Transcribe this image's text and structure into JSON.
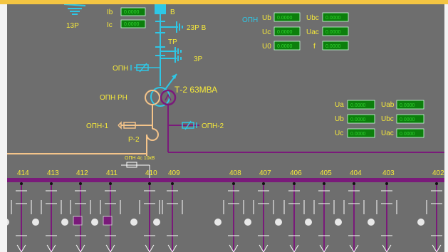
{
  "colors": {
    "background": "#6e6e6e",
    "frame": "#f3f3f3",
    "top_strip": "#f4c542",
    "cyan": "#2ec7e6",
    "orange": "#f4c48a",
    "purple": "#7a1a7a",
    "yellow_text": "#f6e93a",
    "meter_green": "#2fd52f",
    "meter_bg": "#0c7f0c"
  },
  "top_labels": {
    "z13r": "13Р",
    "ib": "Ib",
    "ic": "Ic",
    "b": "В",
    "z23r": "23Р В",
    "tr": "ТР",
    "z3r": "3Р",
    "opn_top": "ОПН",
    "opn": "ОПН",
    "transformer": "Т-2 63МВА",
    "opn_rn": "ОПН РН",
    "opn1": "ОПН-1",
    "opn2": "ОПН-2",
    "r2": "Р-2",
    "opn_4s": "ОПН 4с 10кВ"
  },
  "meters_top": {
    "ib": "0.0000",
    "ic": "0.0000",
    "ub": "0.0000",
    "uc": "0.0000",
    "u0": "0.0000",
    "ubc": "0.0000",
    "uac": "0.0000",
    "f": "0.0000"
  },
  "meter_labels_top": {
    "ub": "Ub",
    "uc": "Uc",
    "u0": "U0",
    "ubc": "Ubc",
    "uac": "Uac",
    "f": "f"
  },
  "meters_right": {
    "ua": "0.0000",
    "ub": "0.0000",
    "uc": "0.0000",
    "uab": "0.0000",
    "ubc": "0.0000",
    "uac": "0.0000"
  },
  "meter_labels_right": {
    "ua": "Ua",
    "ub": "Ub",
    "uc": "Uc",
    "uab": "Uab",
    "ubc": "Ubc",
    "uac": "Uac"
  },
  "feeders": [
    {
      "label": "414"
    },
    {
      "label": "413"
    },
    {
      "label": "412"
    },
    {
      "label": "411"
    },
    {
      "label": "410"
    },
    {
      "label": "409"
    },
    {
      "label": "408"
    },
    {
      "label": "407"
    },
    {
      "label": "406"
    },
    {
      "label": "405"
    },
    {
      "label": "404"
    },
    {
      "label": "403"
    },
    {
      "label": "402"
    }
  ]
}
